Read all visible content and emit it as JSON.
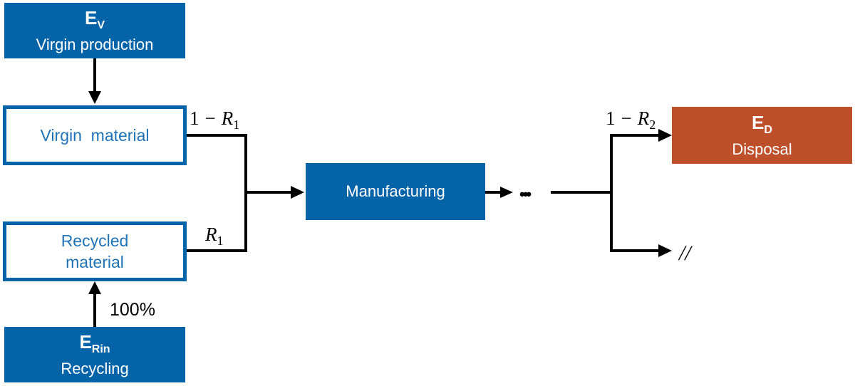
{
  "nodes": {
    "virgin_production": {
      "symbol": "E",
      "subscript": "V",
      "label": "Virgin production"
    },
    "virgin_material": {
      "label": "Virgin  material"
    },
    "recycled_material": {
      "label_line1": "Recycled",
      "label_line2": "material"
    },
    "recycling": {
      "symbol": "E",
      "subscript": "Rin",
      "label": "Recycling"
    },
    "manufacturing": {
      "label": "Manufacturing"
    },
    "disposal": {
      "symbol": "E",
      "subscript": "D",
      "label": "Disposal"
    }
  },
  "edge_labels": {
    "virgin_fraction": {
      "one": "1",
      "minus": "−",
      "var": "R",
      "sub": "1"
    },
    "recycled_fraction": {
      "var": "R",
      "sub": "1"
    },
    "disposal_fraction": {
      "one": "1",
      "minus": "−",
      "var": "R",
      "sub": "2"
    },
    "recycling_share": "100%",
    "continuation": "•••",
    "break": "//"
  },
  "colors": {
    "primary_blue": "#0563a8",
    "outline_text_blue": "#1f74b8",
    "disposal_orange": "#bd502b",
    "arrow": "#000000"
  }
}
